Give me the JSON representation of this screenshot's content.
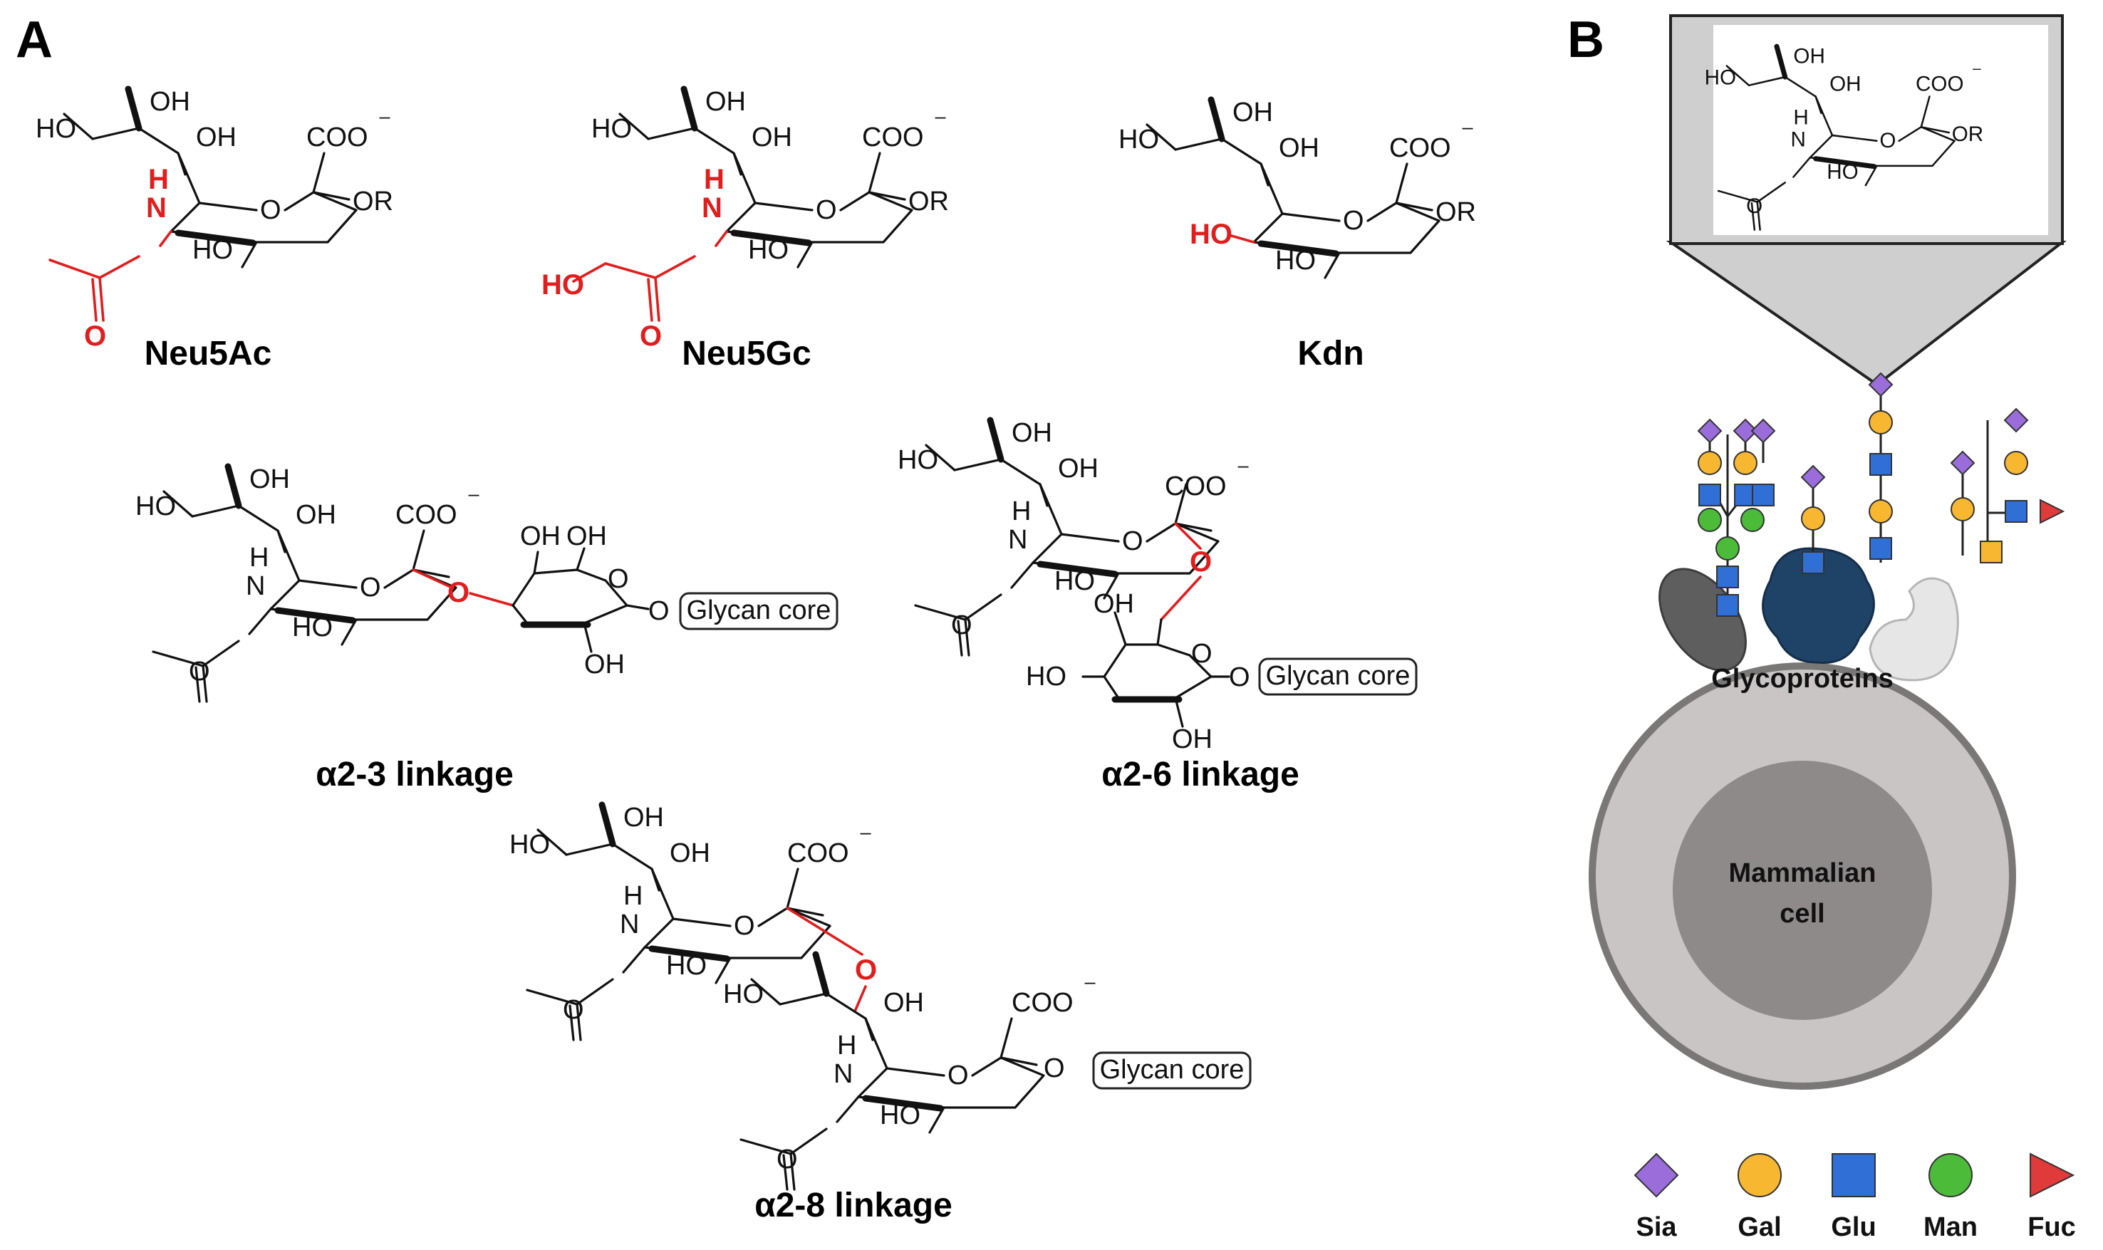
{
  "panels": {
    "a": "A",
    "b": "B"
  },
  "structures": [
    {
      "name": "Neu5Ac"
    },
    {
      "name": "Neu5Gc"
    },
    {
      "name": "Kdn"
    },
    {
      "name": "α2-3 linkage"
    },
    {
      "name": "α2-6 linkage"
    },
    {
      "name": "α2-8 linkage"
    }
  ],
  "atoms": {
    "oh": "OH",
    "ho": "HO",
    "coo": "COO",
    "minus": "⁻",
    "or": "OR",
    "h": "H",
    "n": "N",
    "o": "O"
  },
  "glycan_core_label": "Glycan core",
  "cell": {
    "proteins_label": "Glycoproteins",
    "cell_label_line1": "Mammalian",
    "cell_label_line2": "cell"
  },
  "legend": [
    {
      "label": "Sia",
      "shape": "diamond",
      "color": "#9a6ddb"
    },
    {
      "label": "Gal",
      "shape": "circle",
      "color": "#f7b731"
    },
    {
      "label": "Glu",
      "shape": "square",
      "color": "#2f6fd6"
    },
    {
      "label": "Man",
      "shape": "circle",
      "color": "#4cbb3a"
    },
    {
      "label": "Fuc",
      "shape": "triangle",
      "color": "#e03a3a"
    }
  ],
  "colors": {
    "highlight": "#e11d1d",
    "cell_outer": "#cfcbcb",
    "cell_inner": "#8e8a8a",
    "protein_dark": "#1f4267",
    "protein_grey": "#5e5e5e",
    "protein_light": "#e6e6e6"
  }
}
